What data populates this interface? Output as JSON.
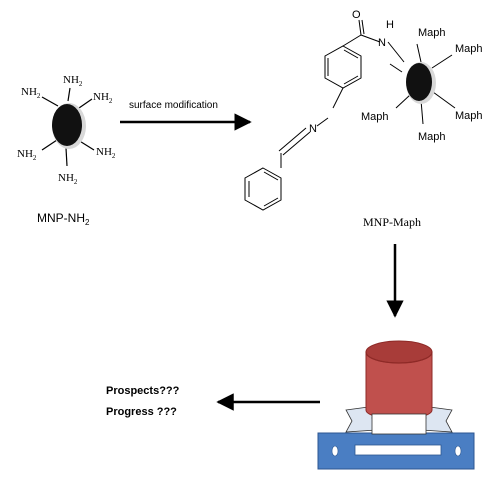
{
  "left_particle": {
    "ligand_base": "NH",
    "ligand_sub": "2",
    "caption_main": "MNP-NH",
    "caption_sub": "2"
  },
  "reaction_arrow": {
    "label": "surface modification"
  },
  "molecule": {
    "oxygen": "O",
    "amide_h": "H",
    "amide_n": "N",
    "imine_n": "N"
  },
  "right_particle": {
    "ligand": "Maph",
    "caption": "MNP-Maph"
  },
  "outcome": {
    "line1": "Prospects???",
    "line2": "Progress ???"
  },
  "colors": {
    "particle_fill": "#111111",
    "cylinder_red": "#c0504d",
    "cylinder_dark": "#8e2a27",
    "base_blue": "#4a7ec3",
    "ribbon_light": "#dde6f2"
  }
}
